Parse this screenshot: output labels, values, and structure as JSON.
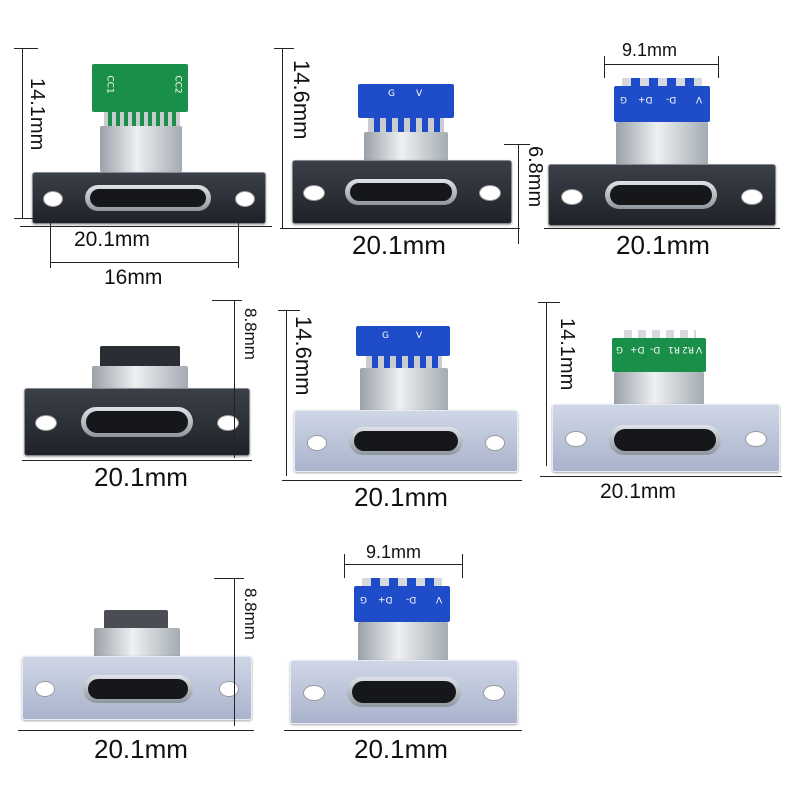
{
  "connectors": [
    {
      "id": 1,
      "plate_color": "dark",
      "pcb_color": "green",
      "pcb_labels": [
        "CC1",
        "CC2"
      ],
      "dims": {
        "height": "14.1mm",
        "width": "20.1mm",
        "hole_spacing": "16mm"
      }
    },
    {
      "id": 2,
      "plate_color": "dark",
      "pcb_color": "blue",
      "pcb_labels": [
        "G",
        "V"
      ],
      "dims": {
        "height": "14.6mm",
        "depth": "6.8mm",
        "width": "20.1mm"
      }
    },
    {
      "id": 3,
      "plate_color": "dark",
      "pcb_color": "blue",
      "pcb_labels": [
        "G",
        "D+",
        "D-",
        "V"
      ],
      "dims": {
        "pin_width": "9.1mm",
        "width": "20.1mm"
      }
    },
    {
      "id": 4,
      "plate_color": "dark",
      "pcb_color": "none",
      "pcb_labels": [],
      "dims": {
        "height": "8.8mm",
        "width": "20.1mm"
      }
    },
    {
      "id": 5,
      "plate_color": "light",
      "pcb_color": "blue",
      "pcb_labels": [
        "G",
        "V"
      ],
      "dims": {
        "height": "14.6mm",
        "width": "20.1mm"
      }
    },
    {
      "id": 6,
      "plate_color": "light",
      "pcb_color": "green",
      "pcb_labels": [
        "G",
        "D+",
        "D-",
        "R1",
        "R2",
        "V"
      ],
      "dims": {
        "height": "14.1mm",
        "width": "20.1mm"
      }
    },
    {
      "id": 7,
      "plate_color": "light",
      "pcb_color": "none",
      "pcb_labels": [],
      "dims": {
        "height": "8.8mm",
        "width": "20.1mm"
      }
    },
    {
      "id": 8,
      "plate_color": "light",
      "pcb_color": "blue",
      "pcb_labels": [
        "G",
        "D+",
        "D-",
        "V"
      ],
      "dims": {
        "pin_width": "9.1mm",
        "width": "20.1mm"
      }
    }
  ]
}
